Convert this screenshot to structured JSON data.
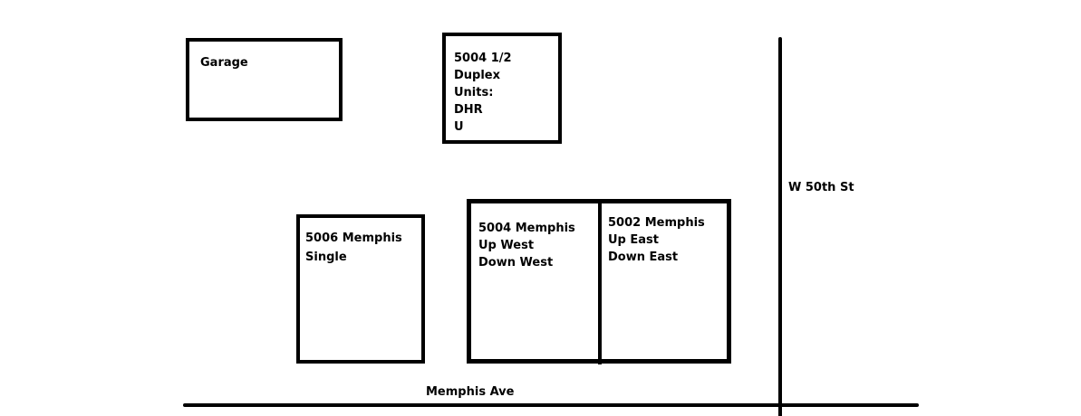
{
  "diagram": {
    "buildings": {
      "garage": {
        "lines": [
          "Garage"
        ]
      },
      "duplex_5004_half": {
        "lines": [
          "5004 1/2",
          "Duplex",
          "Units:",
          "DHR",
          "U"
        ]
      },
      "single_5006": {
        "lines": [
          "5006 Memphis",
          "Single"
        ]
      },
      "unit_5004": {
        "lines": [
          "5004 Memphis",
          "Up West",
          "Down West"
        ]
      },
      "unit_5002": {
        "lines": [
          "5002 Memphis",
          "Up East",
          "Down East"
        ]
      }
    },
    "streets": {
      "horizontal": "Memphis Ave",
      "vertical": "W 50th St"
    },
    "colors": {
      "stroke": "#000000",
      "background": "#ffffff"
    }
  }
}
